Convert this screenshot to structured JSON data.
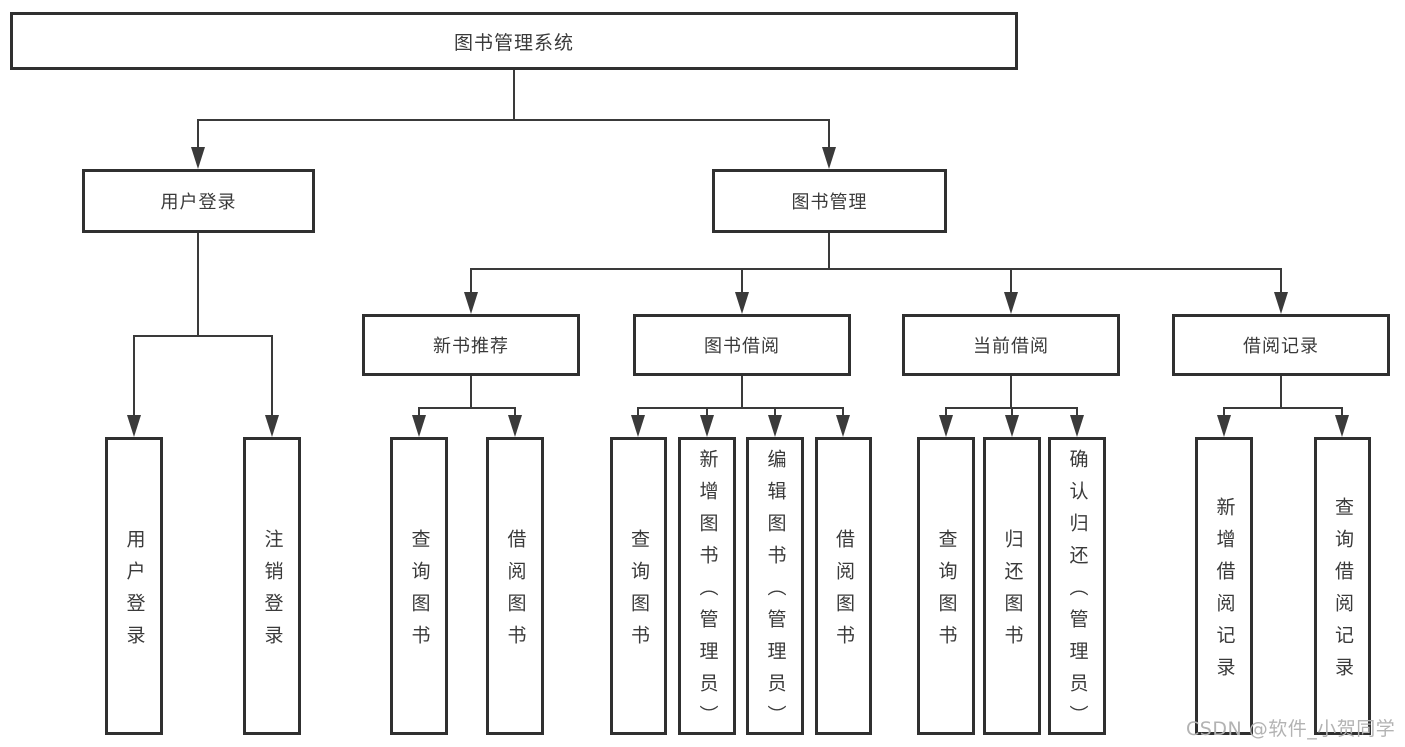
{
  "diagram": {
    "root": {
      "label": "图书管理系统"
    },
    "level2": [
      {
        "label": "用户登录",
        "children": [
          {
            "label": "用户登录"
          },
          {
            "label": "注销登录"
          }
        ]
      },
      {
        "label": "图书管理",
        "groups": [
          {
            "label": "新书推荐",
            "children": [
              {
                "label": "查询图书"
              },
              {
                "label": "借阅图书"
              }
            ]
          },
          {
            "label": "图书借阅",
            "children": [
              {
                "label": "查询图书"
              },
              {
                "label": "新增图书（管理员）"
              },
              {
                "label": "编辑图书（管理员）"
              },
              {
                "label": "借阅图书"
              }
            ]
          },
          {
            "label": "当前借阅",
            "children": [
              {
                "label": "查询图书"
              },
              {
                "label": "归还图书"
              },
              {
                "label": "确认归还（管理员）"
              }
            ]
          },
          {
            "label": "借阅记录",
            "children": [
              {
                "label": "新增借阅记录"
              },
              {
                "label": "查询借阅记录"
              }
            ]
          }
        ]
      }
    ]
  },
  "watermark": {
    "text": "CSDN @软件_小贺同学"
  },
  "colors": {
    "line": "#3a3a3a",
    "box_border": "#303030",
    "text": "#3a3a3a",
    "watermark": "#b3b3b3",
    "background": "#ffffff"
  }
}
